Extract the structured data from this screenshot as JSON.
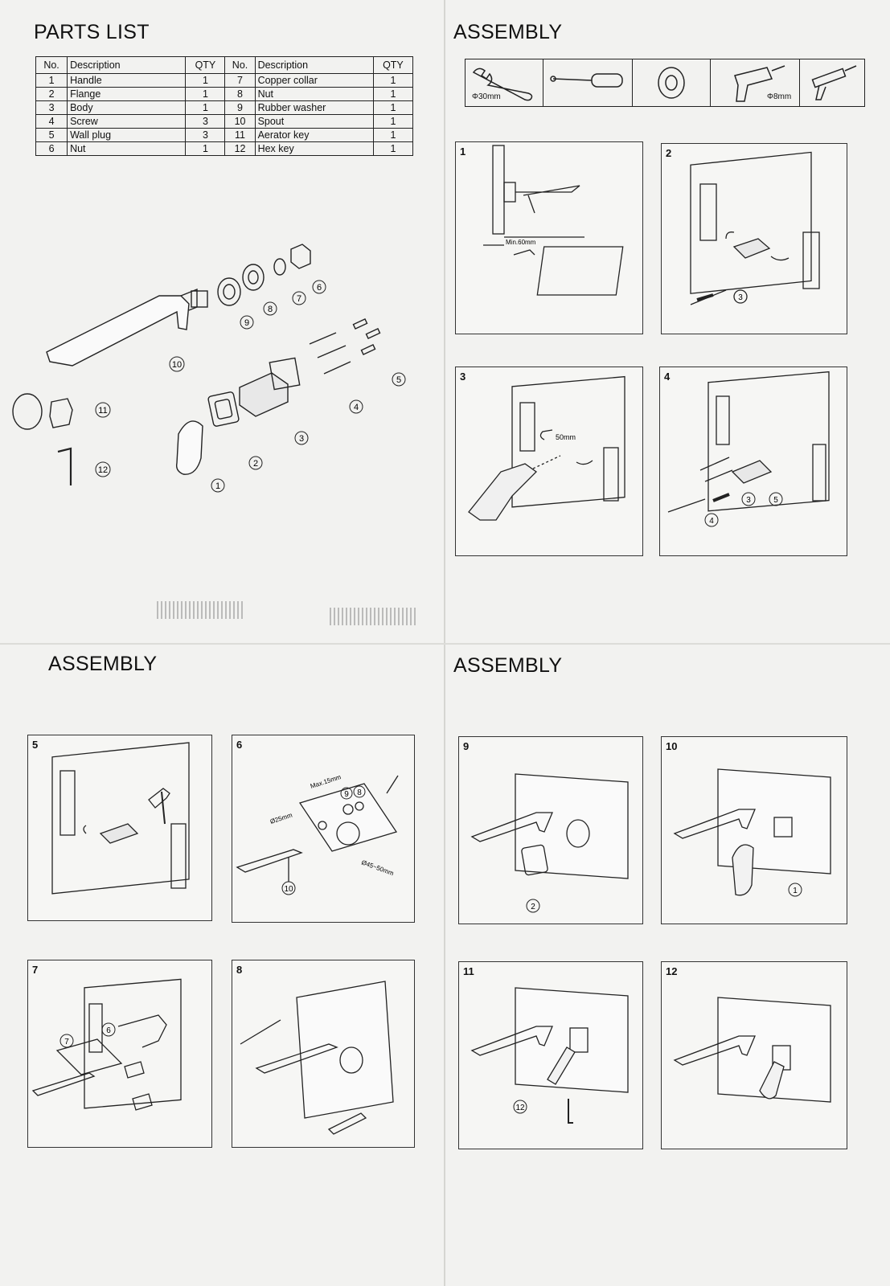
{
  "parts_list": {
    "heading": "PARTS LIST",
    "headers": {
      "no": "No.",
      "description": "Description",
      "qty": "QTY"
    },
    "left": [
      {
        "no": "1",
        "description": "Handle",
        "qty": "1"
      },
      {
        "no": "2",
        "description": "Flange",
        "qty": "1"
      },
      {
        "no": "3",
        "description": "Body",
        "qty": "1"
      },
      {
        "no": "4",
        "description": "Screw",
        "qty": "3"
      },
      {
        "no": "5",
        "description": "Wall plug",
        "qty": "3"
      },
      {
        "no": "6",
        "description": "Nut",
        "qty": "1"
      }
    ],
    "right": [
      {
        "no": "7",
        "description": "Copper collar",
        "qty": "1"
      },
      {
        "no": "8",
        "description": "Nut",
        "qty": "1"
      },
      {
        "no": "9",
        "description": "Rubber washer",
        "qty": "1"
      },
      {
        "no": "10",
        "description": "Spout",
        "qty": "1"
      },
      {
        "no": "11",
        "description": "Aerator key",
        "qty": "1"
      },
      {
        "no": "12",
        "description": "Hex key",
        "qty": "1"
      }
    ]
  },
  "exploded_labels": [
    "1",
    "2",
    "3",
    "4",
    "5",
    "6",
    "7",
    "8",
    "9",
    "10",
    "11",
    "12"
  ],
  "assembly_headings": {
    "top_right": "ASSEMBLY",
    "bottom_left": "ASSEMBLY",
    "bottom_right": "ASSEMBLY"
  },
  "tools": [
    {
      "icon": "wrench-icon",
      "label": "Φ30mm"
    },
    {
      "icon": "screwdriver-icon",
      "label": ""
    },
    {
      "icon": "tape-icon",
      "label": ""
    },
    {
      "icon": "drill-icon",
      "label": "Φ8mm"
    },
    {
      "icon": "caulk-gun-icon",
      "label": ""
    }
  ],
  "steps": {
    "s1": {
      "num": "1",
      "note": "Min.60mm"
    },
    "s2": {
      "num": "2",
      "callouts": [
        "3"
      ]
    },
    "s3": {
      "num": "3",
      "note": "50mm"
    },
    "s4": {
      "num": "4",
      "callouts": [
        "4",
        "3",
        "5"
      ]
    },
    "s5": {
      "num": "5"
    },
    "s6": {
      "num": "6",
      "notes": [
        "Max.15mm",
        "Ø25mm",
        "Ø45~50mm"
      ],
      "callouts": [
        "9",
        "8",
        "10"
      ]
    },
    "s7": {
      "num": "7",
      "callouts": [
        "7",
        "6"
      ]
    },
    "s8": {
      "num": "8"
    },
    "s9": {
      "num": "9",
      "callouts": [
        "2"
      ]
    },
    "s10": {
      "num": "10",
      "callouts": [
        "1"
      ]
    },
    "s11": {
      "num": "11",
      "callouts": [
        "12"
      ]
    },
    "s12": {
      "num": "12"
    }
  }
}
